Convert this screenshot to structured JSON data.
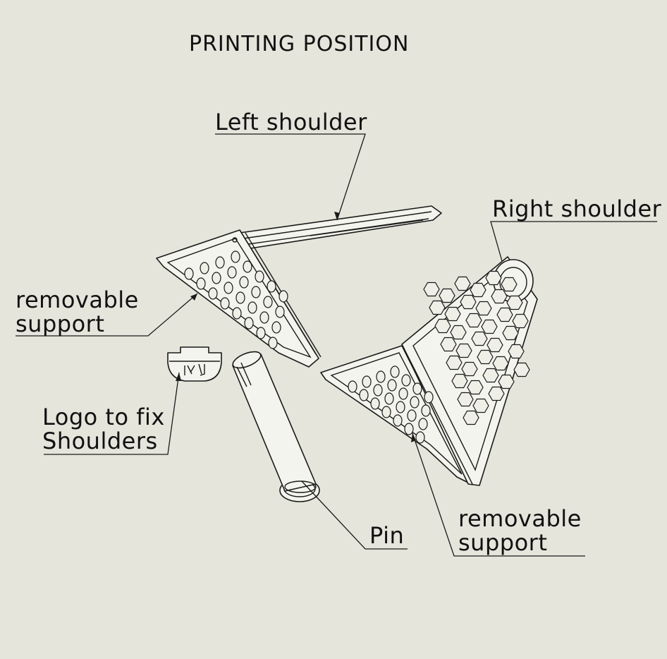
{
  "title": "PRINTING POSITION",
  "labels": {
    "left_shoulder": "Left shoulder",
    "right_shoulder": "Right shoulder",
    "removable_support_left_1": "removable",
    "removable_support_left_2": "support",
    "logo_1": "Logo to fix",
    "logo_2": "Shoulders",
    "pin": "Pin",
    "removable_support_right_1": "removable",
    "removable_support_right_2": "support"
  },
  "colors": {
    "background": "#e5e5db",
    "line": "#1a1a1a"
  }
}
